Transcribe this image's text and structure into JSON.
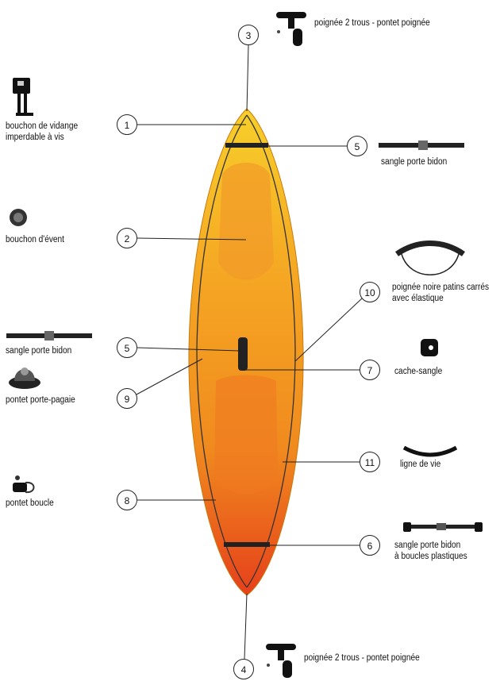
{
  "parts": {
    "p3": {
      "number": "3",
      "label": "poignée 2 trous - pontet poignée"
    },
    "p1": {
      "number": "1",
      "label_line1": "bouchon de vidange",
      "label_line2": "imperdable à vis"
    },
    "p5r": {
      "number": "5",
      "label": "sangle porte bidon"
    },
    "p2": {
      "number": "2",
      "label": "bouchon d'évent"
    },
    "p10": {
      "number": "10",
      "label_line1": "poignée noire patins carrés",
      "label_line2": "avec élastique"
    },
    "p5l": {
      "number": "5",
      "label": "sangle porte bidon"
    },
    "p7": {
      "number": "7",
      "label": "cache-sangle"
    },
    "p9": {
      "number": "9",
      "label": "pontet porte-pagaie"
    },
    "p11": {
      "number": "11",
      "label": "ligne de vie"
    },
    "p8": {
      "number": "8",
      "label": "pontet boucle"
    },
    "p6": {
      "number": "6",
      "label_line1": "sangle porte bidon",
      "label_line2": "à boucles plastiques"
    },
    "p4": {
      "number": "4",
      "label": "poignée 2 trous - pontet poignée"
    }
  },
  "colors": {
    "hull_top": "#f5c21a",
    "hull_mid": "#f39a1e",
    "hull_bottom": "#e8431c"
  }
}
